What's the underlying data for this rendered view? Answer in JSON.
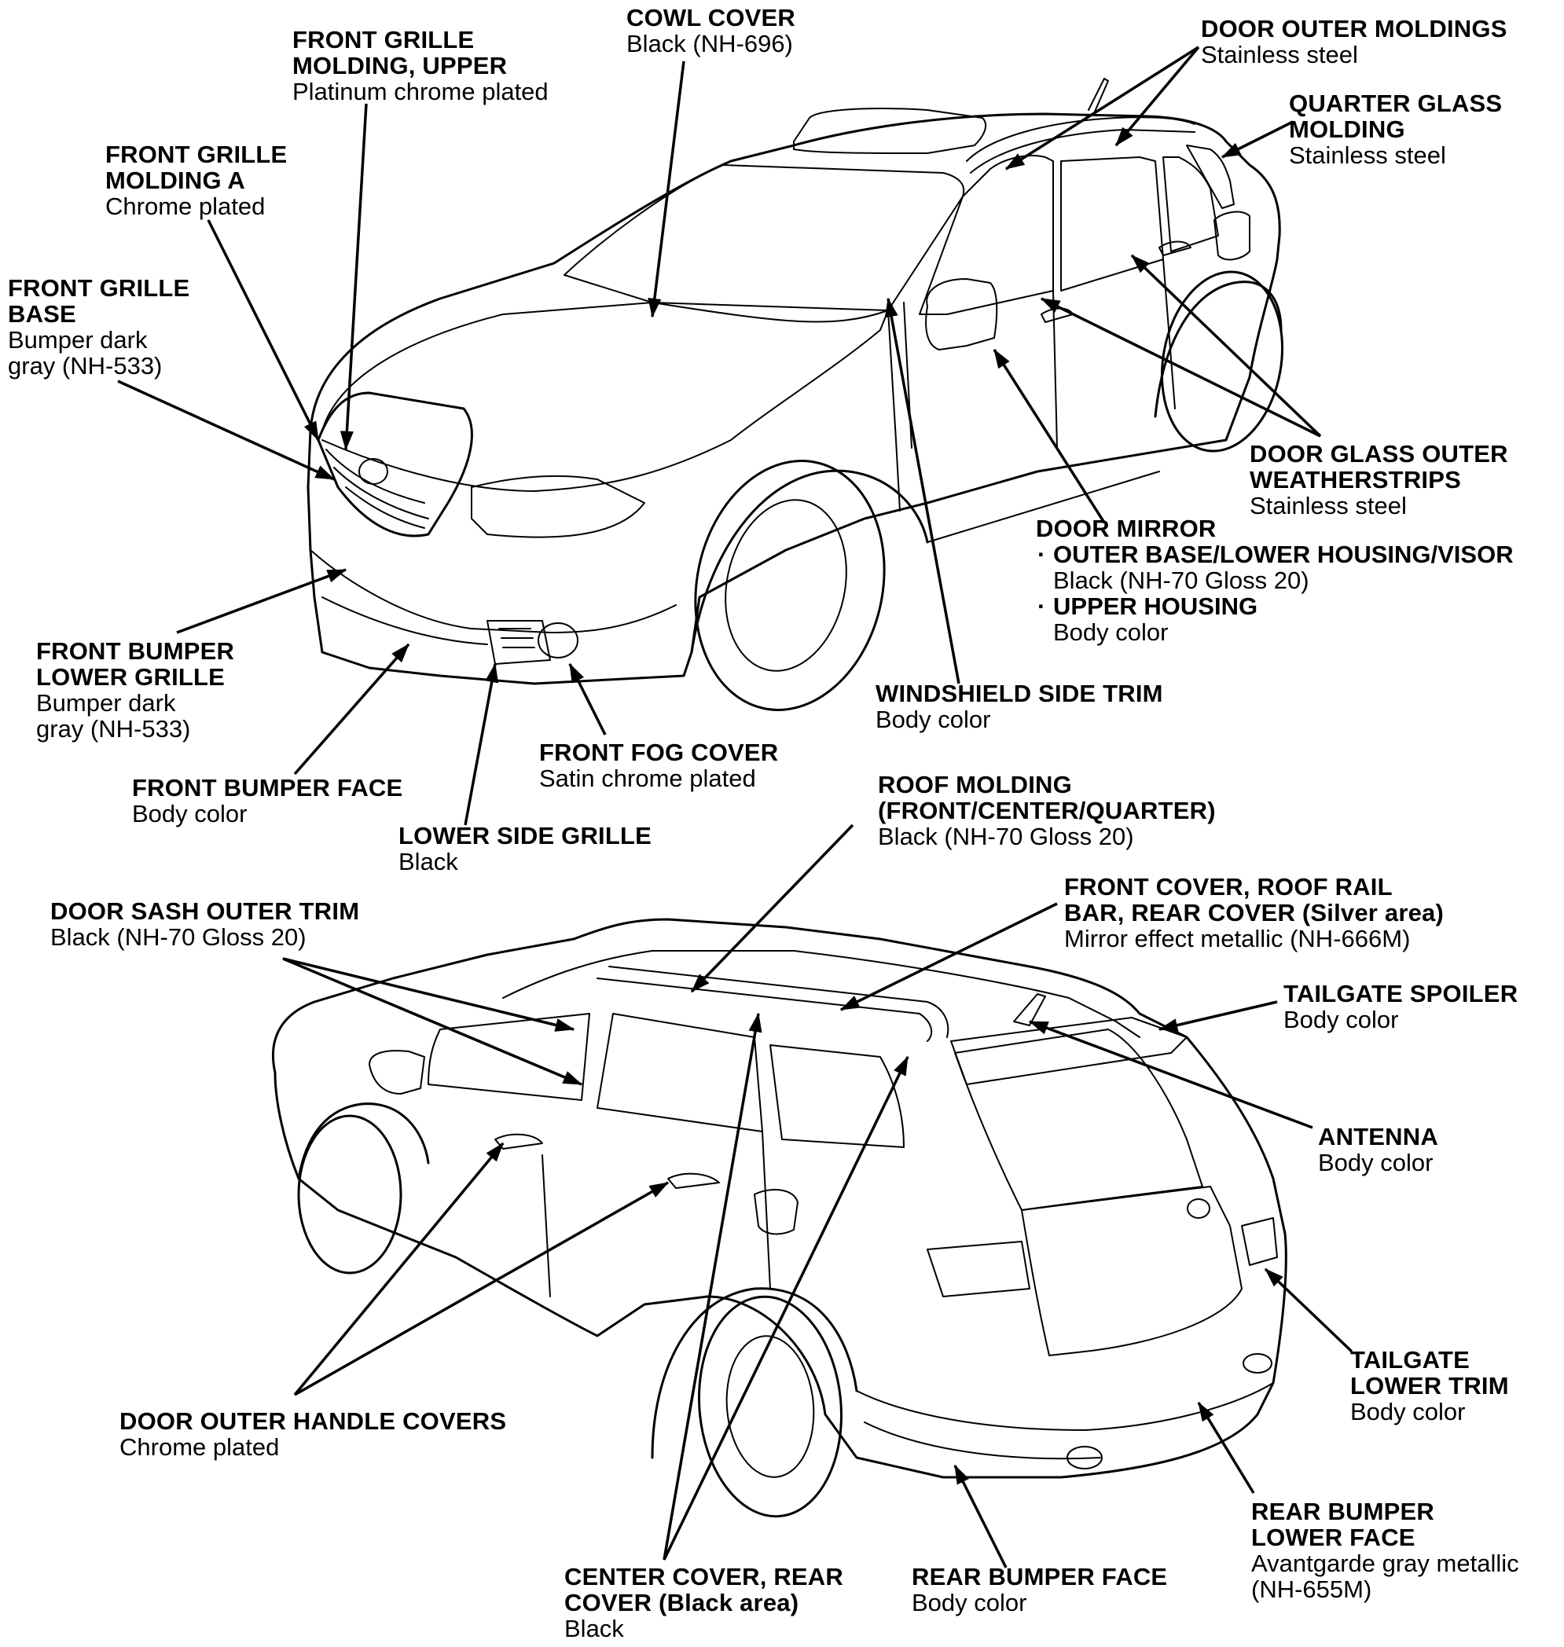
{
  "callouts": {
    "cowl_cover": {
      "title": [
        "COWL COVER"
      ],
      "sub": [
        "Black (NH-696)"
      ]
    },
    "front_grille_molding_upper": {
      "title": [
        "FRONT GRILLE",
        "MOLDING, UPPER"
      ],
      "sub": [
        "Platinum chrome plated"
      ]
    },
    "front_grille_molding_a": {
      "title": [
        "FRONT GRILLE",
        "MOLDING A"
      ],
      "sub": [
        "Chrome plated"
      ]
    },
    "front_grille_base": {
      "title": [
        "FRONT GRILLE",
        "BASE"
      ],
      "sub": [
        "Bumper dark",
        "gray (NH-533)"
      ]
    },
    "door_outer_moldings": {
      "title": [
        "DOOR OUTER MOLDINGS"
      ],
      "sub": [
        "Stainless steel"
      ]
    },
    "quarter_glass_molding": {
      "title": [
        "QUARTER GLASS",
        "MOLDING"
      ],
      "sub": [
        "Stainless steel"
      ]
    },
    "door_glass_outer_weatherstrips": {
      "title": [
        "DOOR GLASS OUTER",
        "WEATHERSTRIPS"
      ],
      "sub": [
        "Stainless steel"
      ]
    },
    "door_mirror": {
      "title": [
        "DOOR MIRROR"
      ],
      "items": [
        {
          "label": "OUTER BASE/LOWER HOUSING/VISOR",
          "value": "Black (NH-70 Gloss 20)"
        },
        {
          "label": "UPPER HOUSING",
          "value": "Body color"
        }
      ]
    },
    "windshield_side_trim": {
      "title": [
        "WINDSHIELD SIDE TRIM"
      ],
      "sub": [
        "Body color"
      ]
    },
    "front_bumper_lower_grille": {
      "title": [
        "FRONT BUMPER",
        "LOWER GRILLE"
      ],
      "sub": [
        "Bumper dark",
        "gray (NH-533)"
      ]
    },
    "front_fog_cover": {
      "title": [
        "FRONT FOG COVER"
      ],
      "sub": [
        "Satin chrome plated"
      ]
    },
    "front_bumper_face": {
      "title": [
        "FRONT BUMPER FACE"
      ],
      "sub": [
        "Body color"
      ]
    },
    "lower_side_grille": {
      "title": [
        "LOWER SIDE GRILLE"
      ],
      "sub": [
        "Black"
      ]
    },
    "roof_molding": {
      "title": [
        "ROOF MOLDING",
        "(FRONT/CENTER/QUARTER)"
      ],
      "sub": [
        "Black (NH-70 Gloss 20)"
      ]
    },
    "door_sash_outer_trim": {
      "title": [
        "DOOR SASH OUTER TRIM"
      ],
      "sub": [
        "Black (NH-70 Gloss 20)"
      ]
    },
    "front_cover_roof_rail": {
      "title": [
        "FRONT COVER, ROOF RAIL",
        "BAR, REAR COVER (Silver area)"
      ],
      "sub": [
        "Mirror effect metallic (NH-666M)"
      ]
    },
    "tailgate_spoiler": {
      "title": [
        "TAILGATE SPOILER"
      ],
      "sub": [
        "Body color"
      ]
    },
    "antenna": {
      "title": [
        "ANTENNA"
      ],
      "sub": [
        "Body color"
      ]
    },
    "tailgate_lower_trim": {
      "title": [
        "TAILGATE",
        "LOWER TRIM"
      ],
      "sub": [
        "Body color"
      ]
    },
    "door_outer_handle_covers": {
      "title": [
        "DOOR OUTER HANDLE COVERS"
      ],
      "sub": [
        "Chrome plated"
      ]
    },
    "rear_bumper_lower_face": {
      "title": [
        "REAR BUMPER",
        "LOWER FACE"
      ],
      "sub": [
        "Avantgarde gray metallic",
        "(NH-655M)"
      ]
    },
    "center_cover_rear_cover": {
      "title": [
        "CENTER COVER, REAR",
        "COVER (Black area)"
      ],
      "sub": [
        "Black"
      ]
    },
    "rear_bumper_face": {
      "title": [
        "REAR BUMPER FACE"
      ],
      "sub": [
        "Body color"
      ]
    }
  }
}
